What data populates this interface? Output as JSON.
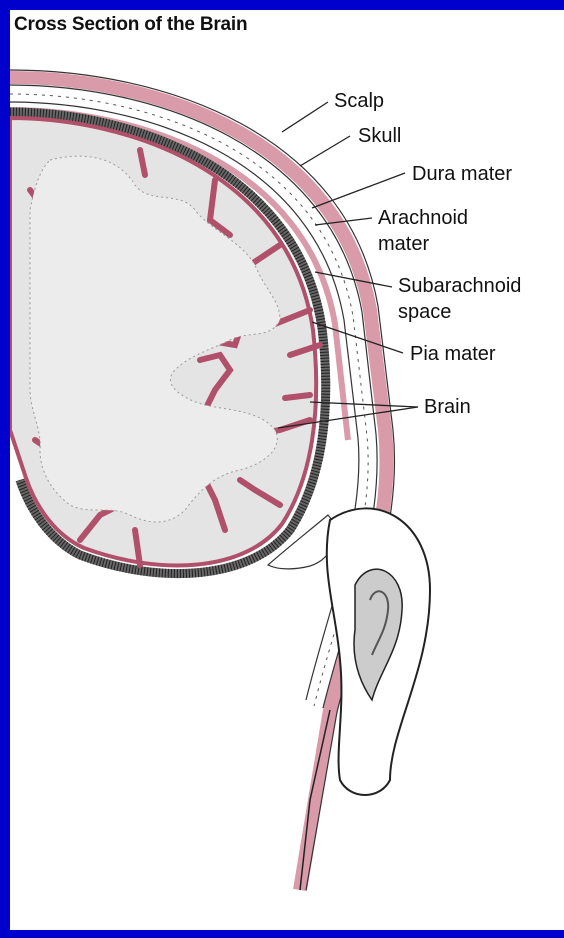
{
  "title": "Cross Section of the Brain",
  "labels": {
    "scalp": "Scalp",
    "skull": "Skull",
    "dura": "Dura mater",
    "arachnoid_1": "Arachnoid",
    "arachnoid_2": "mater",
    "subarachnoid_1": "Subarachnoid",
    "subarachnoid_2": "space",
    "pia": "Pia mater",
    "brain": "Brain"
  },
  "colors": {
    "border": "#0000cc",
    "pink": "#d99aaa",
    "pia": "#b0506a",
    "brain_fill": "#e4e4e4",
    "dura_gray": "#888888"
  }
}
